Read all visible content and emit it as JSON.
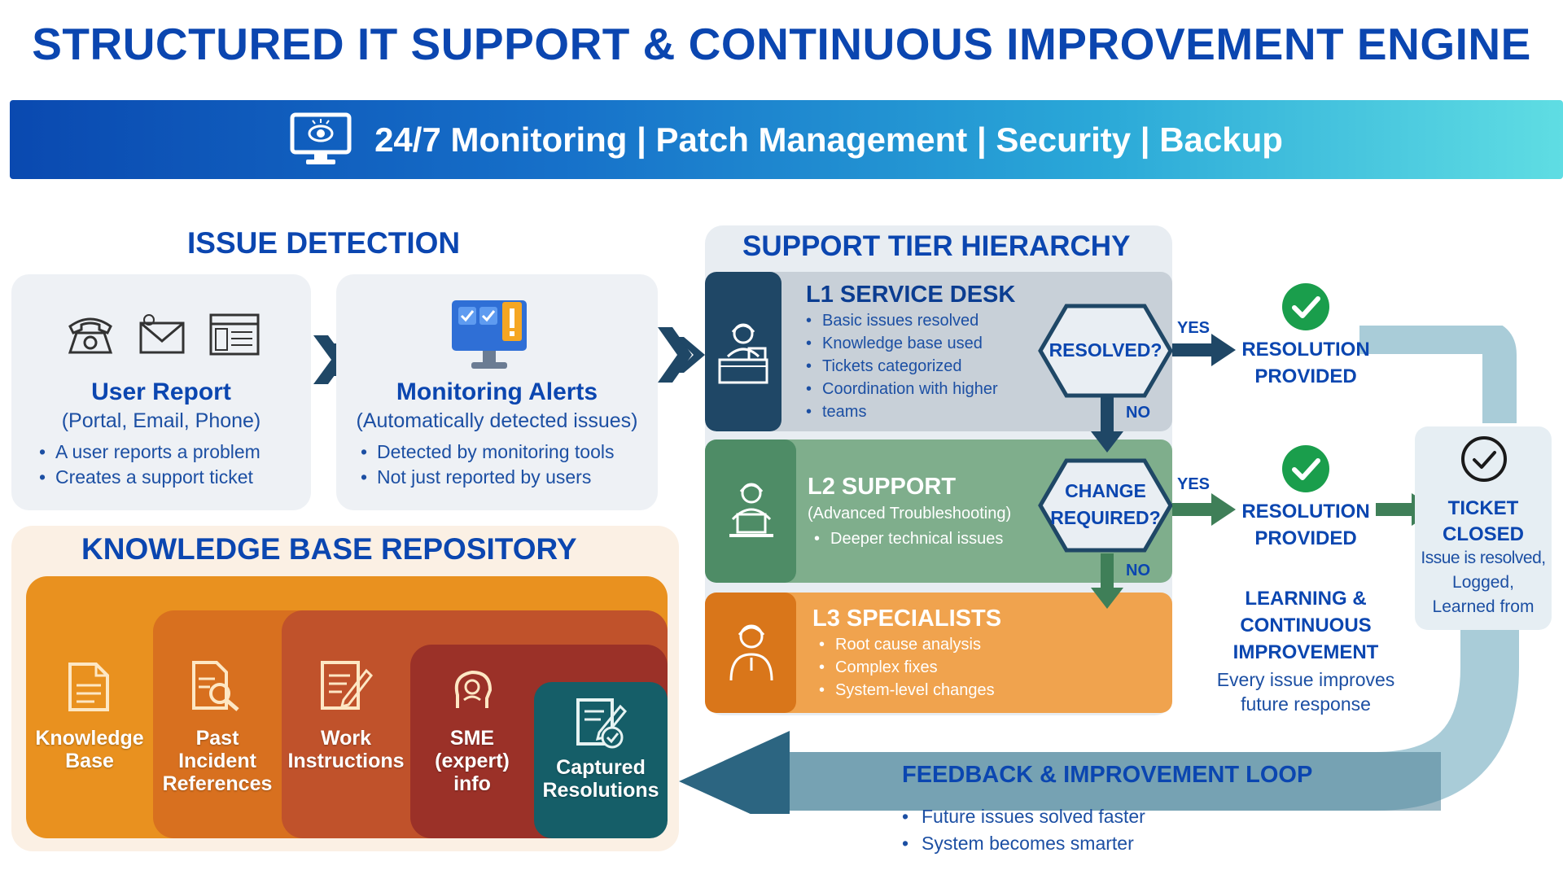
{
  "title": "STRUCTURED IT SUPPORT & CONTINUOUS IMPROVEMENT ENGINE",
  "banner": {
    "text": "24/7 Monitoring | Patch Management | Security | Backup",
    "icon": "monitor-eye-icon"
  },
  "issue_detection": {
    "heading": "ISSUE DETECTION",
    "user_report": {
      "title": "User Report",
      "subtitle": "(Portal, Email, Phone)",
      "bullets": [
        "A user reports a problem",
        "Creates a support ticket"
      ],
      "icons": [
        "phone-icon",
        "email-icon",
        "portal-icon"
      ]
    },
    "monitoring_alerts": {
      "title": "Monitoring Alerts",
      "subtitle": "(Automatically detected issues)",
      "bullets": [
        "Detected by monitoring tools",
        "Not just reported by users"
      ],
      "icon": "alert-monitor-icon"
    }
  },
  "tiers": {
    "heading": "SUPPORT TIER HIERARCHY",
    "l1": {
      "title": "L1 SERVICE DESK",
      "bullets": [
        "Basic issues resolved",
        "Knowledge base used",
        "Tickets categorized",
        "Coordination with higher",
        "teams"
      ]
    },
    "l2": {
      "title": "L2 SUPPORT",
      "subtitle": "(Advanced Troubleshooting)",
      "bullets": [
        "Deeper technical issues"
      ]
    },
    "l3": {
      "title": "L3 SPECIALISTS",
      "bullets": [
        "Root cause analysis",
        "Complex fixes",
        "System-level changes"
      ]
    },
    "decision1": {
      "line1": "RESOLVED?",
      "yes": "YES",
      "no": "NO"
    },
    "decision2": {
      "line1": "CHANGE",
      "line2": "REQUIRED?",
      "yes": "YES",
      "no": "NO"
    }
  },
  "resolution": {
    "line1": "RESOLUTION",
    "line2": "PROVIDED"
  },
  "ticket": {
    "line1": "TICKET",
    "line2": "CLOSED",
    "desc1": "Issue is resolved,",
    "desc2": "Logged,",
    "desc3": "Learned from"
  },
  "learning": {
    "line1": "LEARNING &",
    "line2": "CONTINUOUS",
    "line3": "IMPROVEMENT",
    "desc1": "Every issue improves",
    "desc2": "future response"
  },
  "knowledge_base": {
    "heading": "KNOWLEDGE BASE REPOSITORY",
    "layers": [
      {
        "l1": "Knowledge",
        "l2": "Base",
        "l3": ""
      },
      {
        "l1": "Past",
        "l2": "Incident",
        "l3": "References"
      },
      {
        "l1": "Work",
        "l2": "Instructions",
        "l3": ""
      },
      {
        "l1": "SME",
        "l2": "(expert)",
        "l3": "info"
      },
      {
        "l1": "Captured",
        "l2": "Resolutions",
        "l3": ""
      }
    ]
  },
  "feedback": {
    "heading": "FEEDBACK & IMPROVEMENT LOOP",
    "bullets": [
      "Future issues solved faster",
      "System becomes smarter"
    ]
  },
  "colors": {
    "blue": "#0b46b0",
    "l1": "#1f4766",
    "l2": "#4e8c66",
    "l3": "#e08a2a",
    "green_check": "#1a9e4c",
    "loop": "#a9ccd8"
  }
}
